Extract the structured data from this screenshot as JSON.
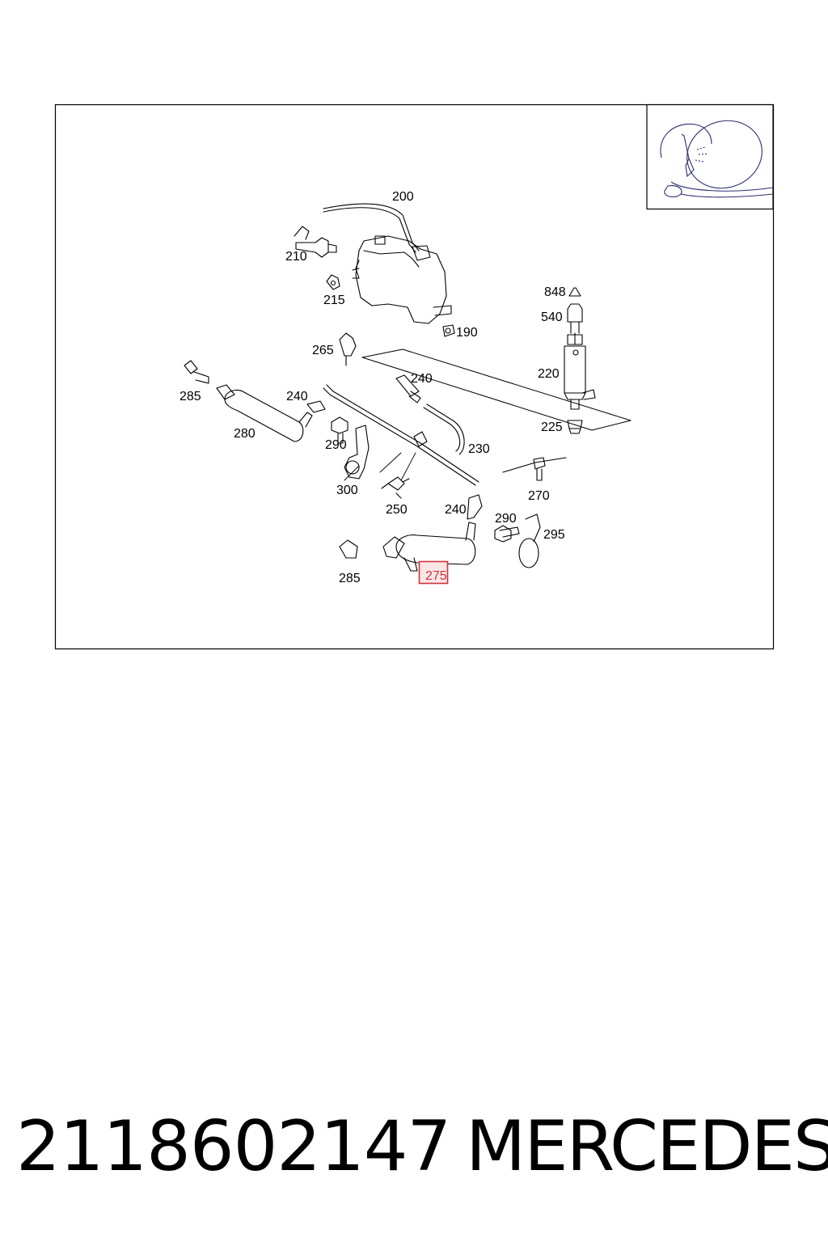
{
  "diagram": {
    "callouts": [
      {
        "id": "200",
        "label": "200"
      },
      {
        "id": "210",
        "label": "210"
      },
      {
        "id": "215",
        "label": "215"
      },
      {
        "id": "190",
        "label": "190"
      },
      {
        "id": "848",
        "label": "848"
      },
      {
        "id": "540",
        "label": "540"
      },
      {
        "id": "265",
        "label": "265"
      },
      {
        "id": "240a",
        "label": "240"
      },
      {
        "id": "220",
        "label": "220"
      },
      {
        "id": "285a",
        "label": "285"
      },
      {
        "id": "240b",
        "label": "240"
      },
      {
        "id": "280",
        "label": "280"
      },
      {
        "id": "290a",
        "label": "290"
      },
      {
        "id": "225",
        "label": "225"
      },
      {
        "id": "230",
        "label": "230"
      },
      {
        "id": "270",
        "label": "270"
      },
      {
        "id": "300",
        "label": "300"
      },
      {
        "id": "250",
        "label": "250"
      },
      {
        "id": "240c",
        "label": "240"
      },
      {
        "id": "290b",
        "label": "290"
      },
      {
        "id": "295",
        "label": "295"
      },
      {
        "id": "285b",
        "label": "285"
      },
      {
        "id": "275",
        "label": "275",
        "highlighted": true
      }
    ],
    "highlight_color": "#d1343a"
  },
  "footer": {
    "part_number": "2118602147",
    "brand": "MERCEDES"
  }
}
